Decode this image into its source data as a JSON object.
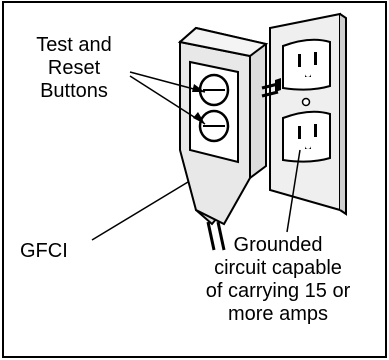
{
  "labels": {
    "test_reset_buttons": "Test and\nReset\nButtons",
    "gfci": "GFCI",
    "grounded_circuit": "Grounded\ncircuit capable\nof carrying 15 or\nmore amps"
  },
  "colors": {
    "line": "#000000",
    "background": "#ffffff",
    "device_shade": "#dcdcdc",
    "plate_shade": "#efefef"
  }
}
